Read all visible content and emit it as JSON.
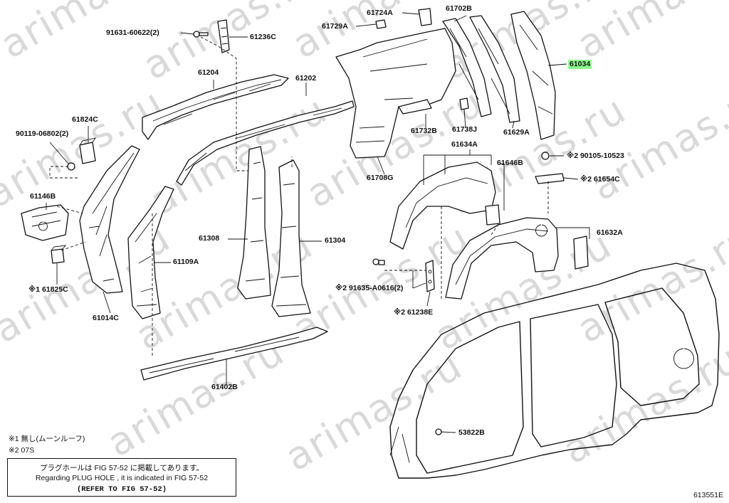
{
  "watermark": "arimas.ru",
  "labels": {
    "p91631": "91631-60622(2)",
    "p61236C": "61236C",
    "p61724A": "61724A",
    "p61702B": "61702B",
    "p61729A": "61729A",
    "p61034": "61034",
    "p61204": "61204",
    "p61202": "61202",
    "p61824C": "61824C",
    "p90119": "90119-06802(2)",
    "p61146B": "61146B",
    "p61825C": "※1 61825C",
    "p61014C": "61014C",
    "p61109A": "61109A",
    "p61308": "61308",
    "p61304": "61304",
    "p61402B": "61402B",
    "p61732B": "61732B",
    "p61738J": "61738J",
    "p61629A": "61629A",
    "p61708G": "61708G",
    "p61634A": "61634A",
    "p61646B": "61646B",
    "p90105": "※2 90105-10523",
    "p61654C": "※2 61654C",
    "p61632A": "61632A",
    "p91635": "※2 91635-A0616(2)",
    "p61238E": "※2 61238E",
    "p53822B": "53822B"
  },
  "notes": {
    "n1": "※1 無し(ムーンルーフ)",
    "n2": "※2 07S"
  },
  "notebox": {
    "line1": "プラグホールは FIG 57-52 に掲載してあります。",
    "line2": "Regarding PLUG HOLE , it is indicated in FIG 57-52",
    "line3": "(REFER TO FIG 57-52)"
  },
  "figure_number": "613551E",
  "colors": {
    "highlight": "#8cff8c",
    "watermark": "#d9d9d9",
    "line": "#111111"
  }
}
